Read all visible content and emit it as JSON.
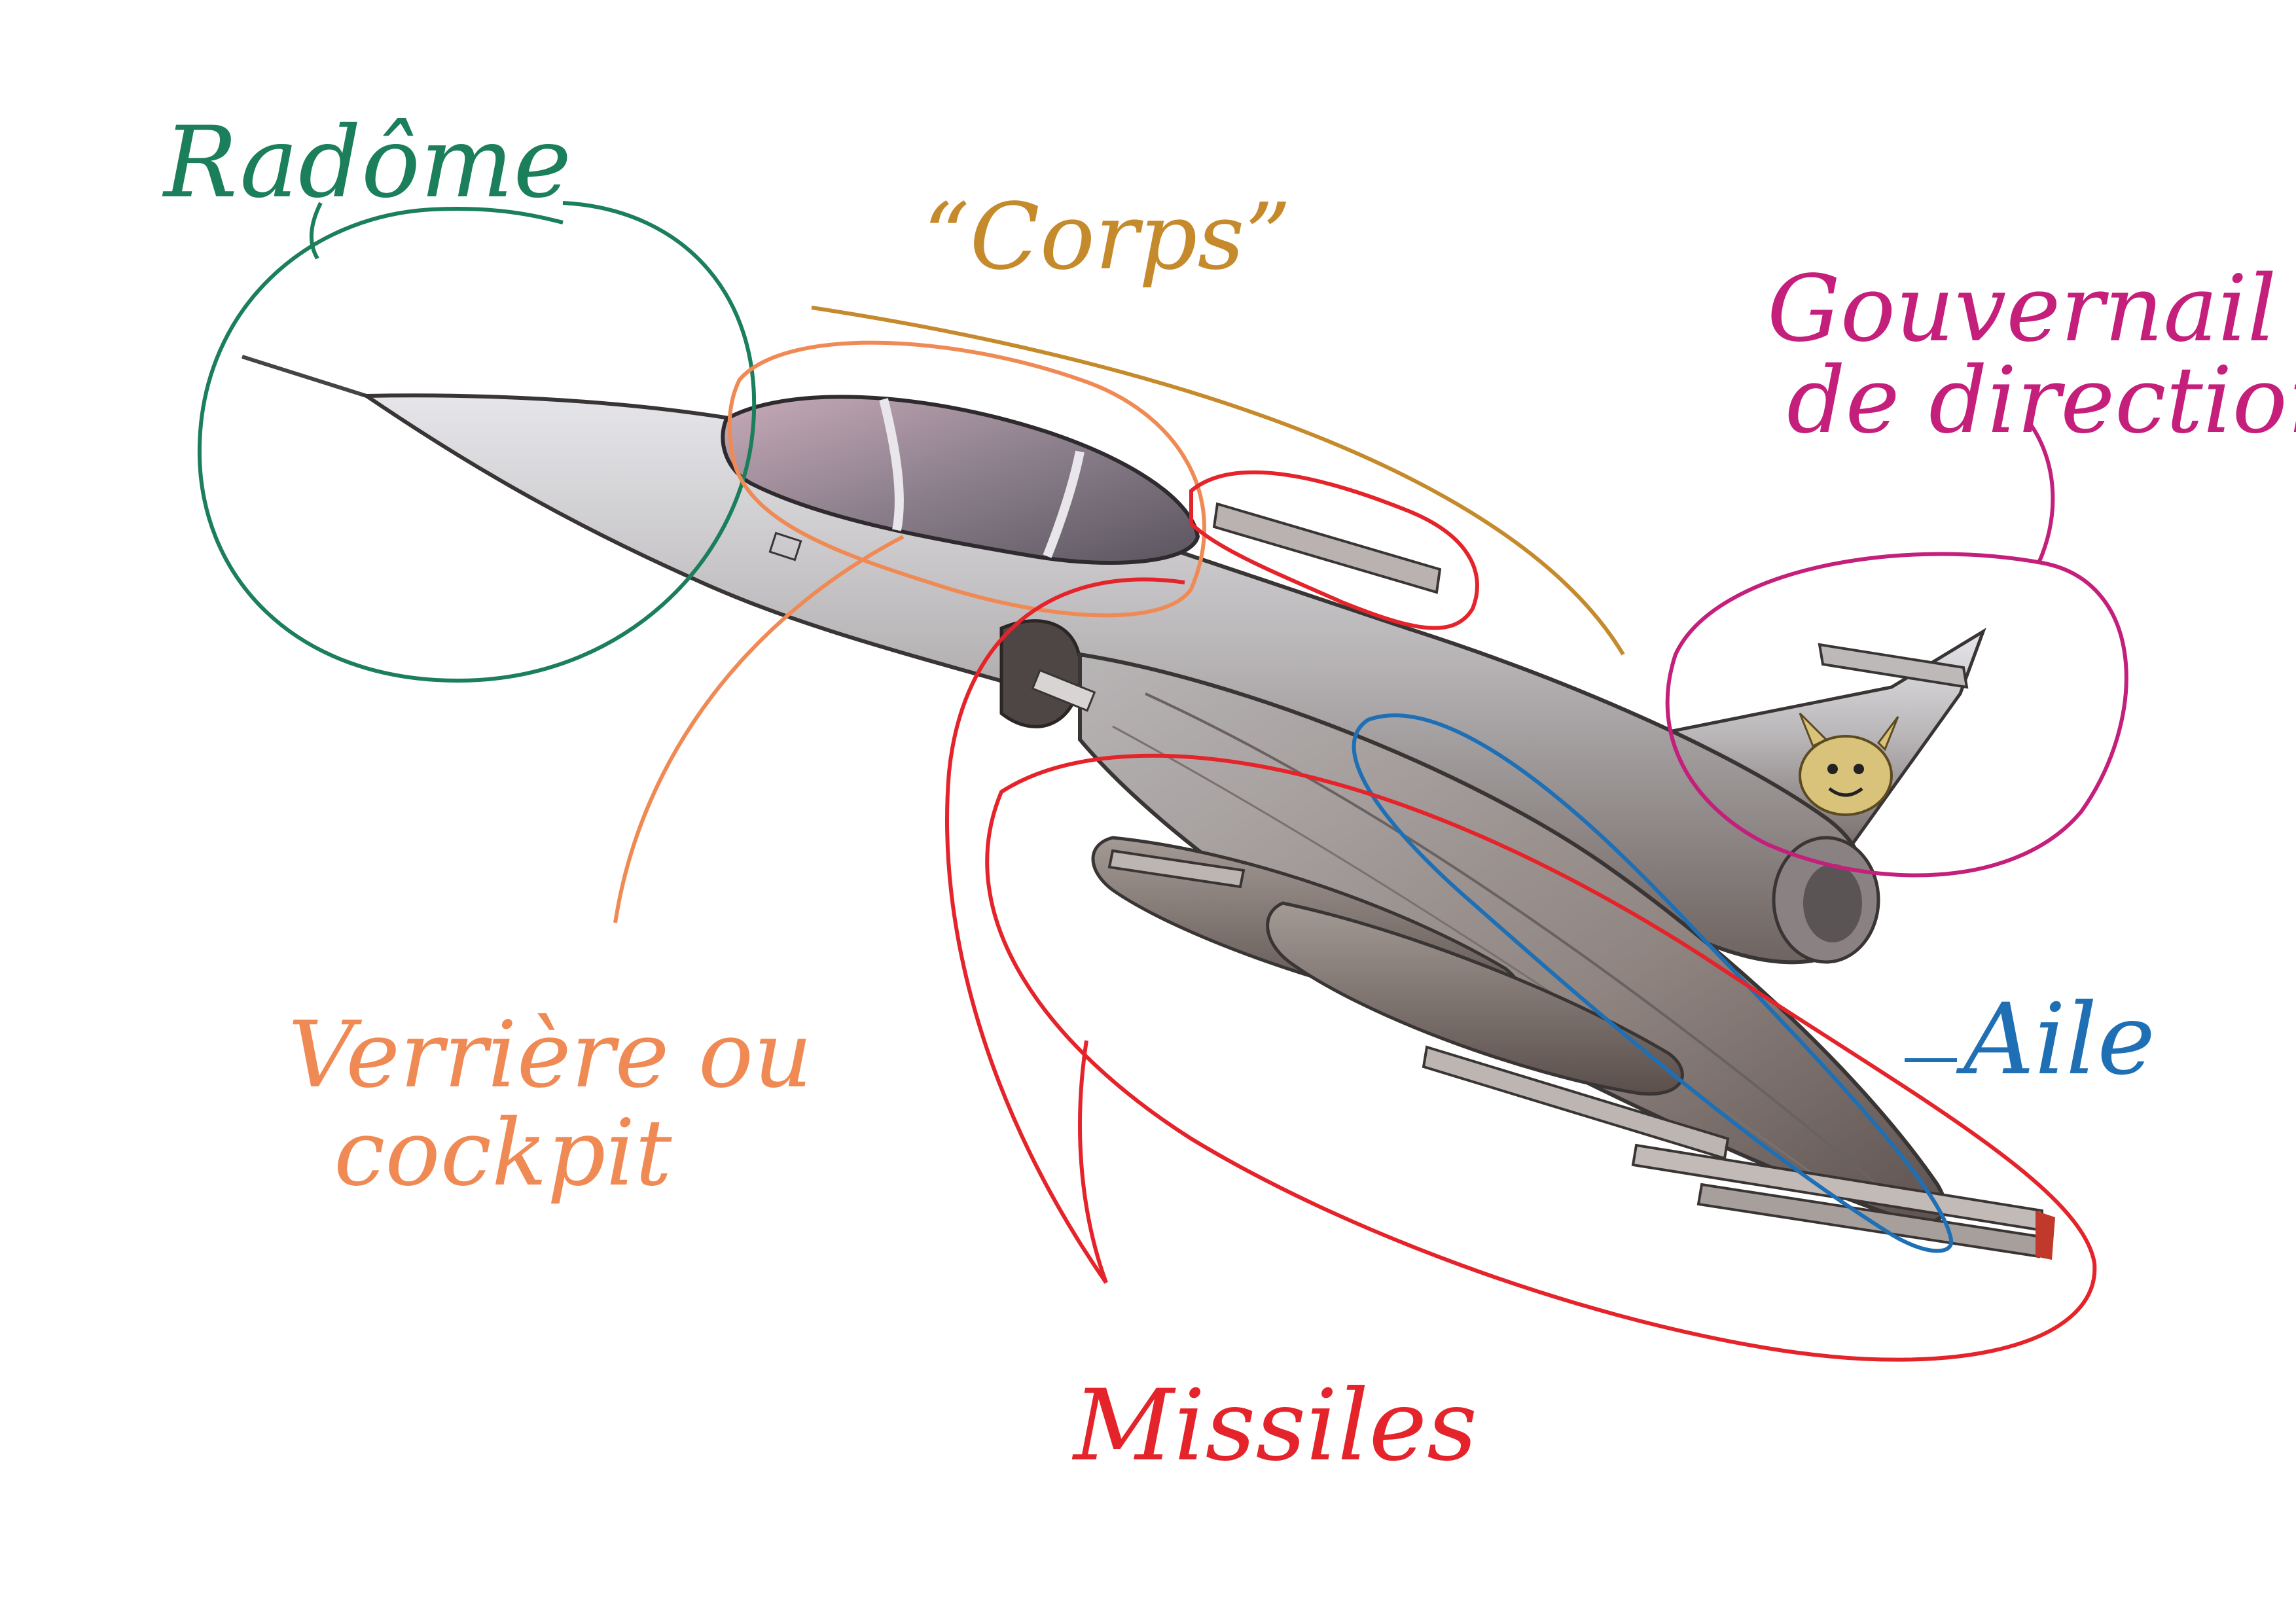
{
  "labels": {
    "radome": "Radôme",
    "corps": "“Corps”",
    "gouvernail_line1": "Gouvernail",
    "gouvernail_line2": "de direction",
    "verriere_line1": "Verrière ou",
    "verriere_line2": "cockpit",
    "aile": "Aile",
    "missiles": "Missiles"
  },
  "colors": {
    "radome": "#1a7f5a",
    "corps": "#c58a2c",
    "gouvernail": "#c41f7b",
    "verriere": "#f08a55",
    "aile": "#1f6fb5",
    "missiles": "#e4242a"
  }
}
